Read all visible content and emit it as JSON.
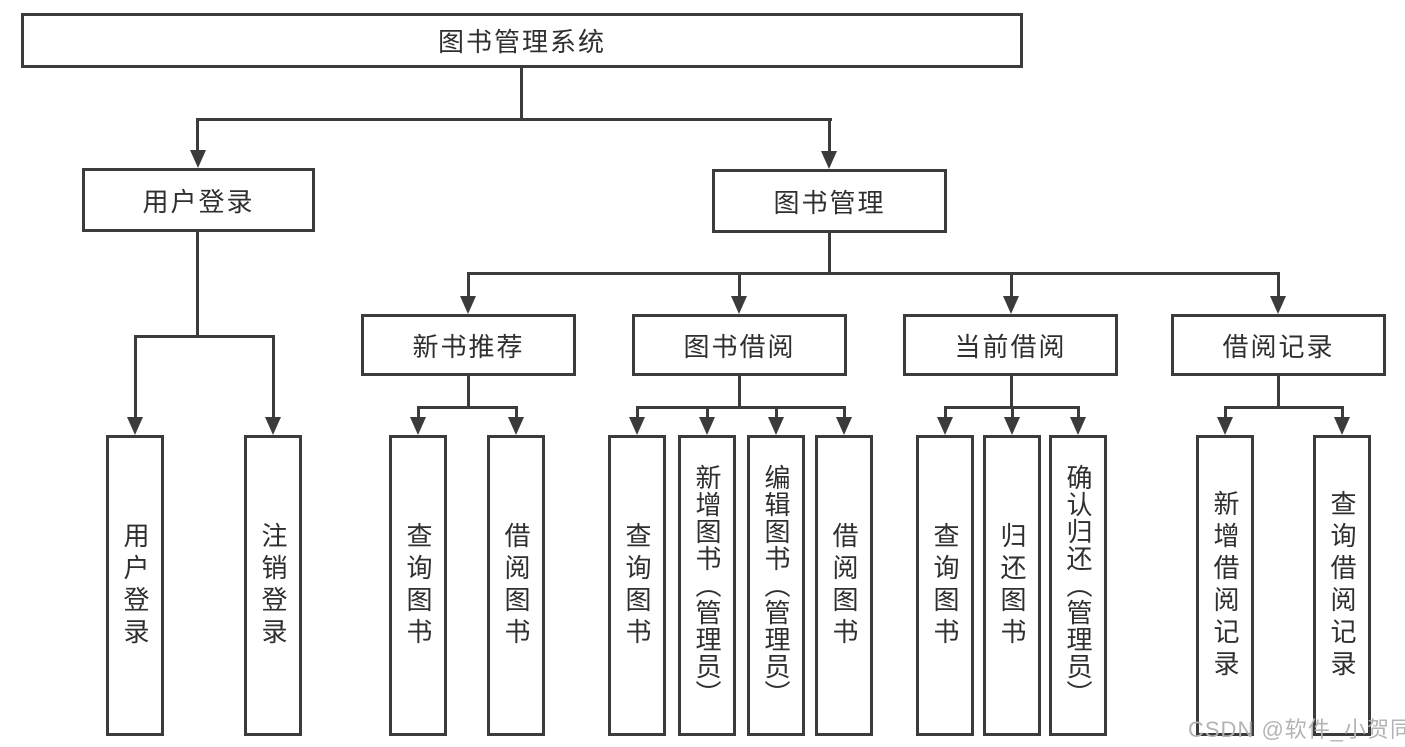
{
  "tree": {
    "root": {
      "label": "图书管理系统"
    },
    "user_login": {
      "label": "用户登录",
      "children": {
        "login": {
          "label": "用户登录"
        },
        "logout": {
          "label": "注销登录"
        }
      }
    },
    "book_mgmt": {
      "label": "图书管理",
      "children": {
        "new_rec": {
          "label": "新书推荐",
          "children": {
            "query_books": {
              "label": "查询图书"
            },
            "borrow_books": {
              "label": "借阅图书"
            }
          }
        },
        "borrowing": {
          "label": "图书借阅",
          "children": {
            "query_books": {
              "label": "查询图书"
            },
            "add_books": {
              "label": "新增图书（管理员）"
            },
            "edit_books": {
              "label": "编辑图书（管理员）"
            },
            "borrow_books": {
              "label": "借阅图书"
            }
          }
        },
        "current": {
          "label": "当前借阅",
          "children": {
            "query_books": {
              "label": "查询图书"
            },
            "return_books": {
              "label": "归还图书"
            },
            "confirm_return": {
              "label": "确认归还（管理员）"
            }
          }
        },
        "records": {
          "label": "借阅记录",
          "children": {
            "add_record": {
              "label": "新增借阅记录"
            },
            "query_record": {
              "label": "查询借阅记录"
            }
          }
        }
      }
    }
  },
  "watermark": {
    "text": "CSDN @软件_小贺同学"
  },
  "colors": {
    "line": "#3b3b3b",
    "text": "#2f2f2f",
    "watermark": "#b4b4b4",
    "background": "#ffffff"
  }
}
